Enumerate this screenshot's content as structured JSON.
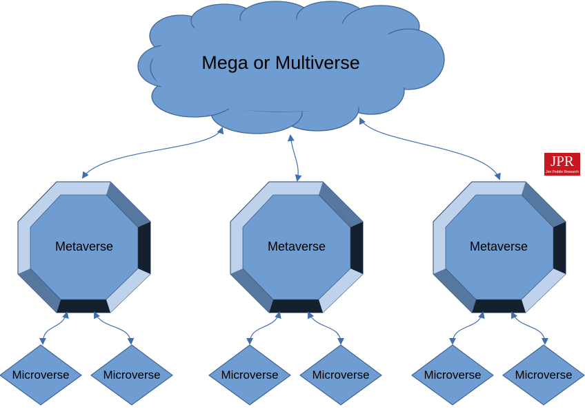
{
  "diagram": {
    "cloud": {
      "label": "Mega or Multiverse"
    },
    "metaverses": [
      {
        "label": "Metaverse",
        "microverses": [
          "Microverse",
          "Microverse"
        ]
      },
      {
        "label": "Metaverse",
        "microverses": [
          "Microverse",
          "Microverse"
        ]
      },
      {
        "label": "Metaverse",
        "microverses": [
          "Microverse",
          "Microverse"
        ]
      }
    ]
  },
  "logo": {
    "mark": "JPR",
    "subtitle": "Jon Peddie Research"
  },
  "colors": {
    "shape_fill": "#6f9cd1",
    "shape_stroke": "#3d6696",
    "bevel_light": "#bfd2ec",
    "bevel_mid": "#56779f",
    "bevel_dark": "#15202f",
    "arrow": "#3f6eae",
    "logo_red": "#c8171e"
  }
}
